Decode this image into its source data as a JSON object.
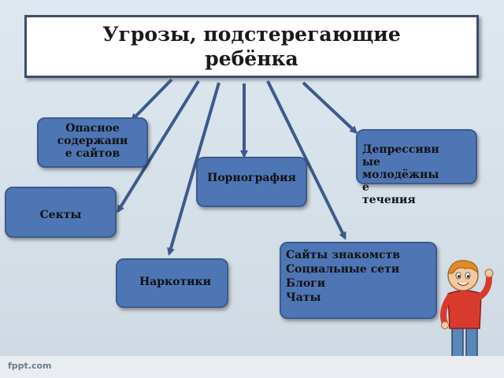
{
  "title": "Угрозы, подстерегающие ребёнка",
  "nodes": {
    "dangerous_content": "Опасное\nсодержани\nе сайтов",
    "depressive": "Депрессивн\nые\nмолодёжны\nе\nтечения",
    "pornography": "Порнография",
    "sects": "Секты",
    "drugs": "Наркотики",
    "dating": "Сайты знакомств\nСоциальные сети\nБлоги\nЧаты"
  },
  "footer": "fppt.com",
  "colors": {
    "node_fill": "#4f76b4",
    "node_border": "#3d5a8c",
    "arrow": "#3d5a8c",
    "title_border": "#3e4f6b"
  }
}
